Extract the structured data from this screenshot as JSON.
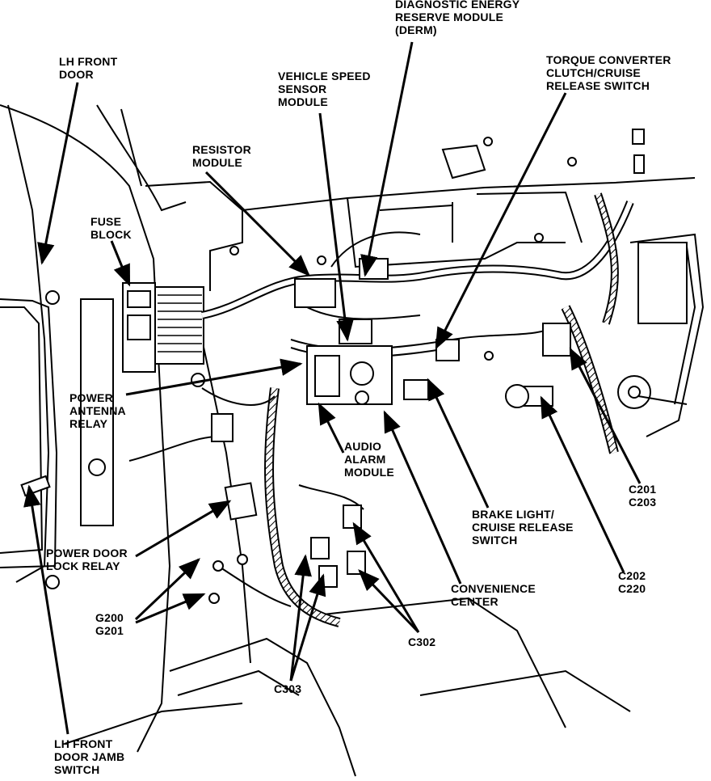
{
  "labels": {
    "derm": "DIAGNOSTIC ENERGY\nRESERVE MODULE\n(DERM)",
    "lh_front_door": "LH FRONT\nDOOR",
    "vehicle_speed_sensor": "VEHICLE SPEED\nSENSOR\nMODULE",
    "torque_converter": "TORQUE CONVERTER\nCLUTCH/CRUISE\nRELEASE SWITCH",
    "resistor_module": "RESISTOR\nMODULE",
    "fuse_block": "FUSE\nBLOCK",
    "power_antenna_relay": "POWER\nANTENNA\nRELAY",
    "audio_alarm_module": "AUDIO\nALARM\nMODULE",
    "power_door_lock_relay": "POWER DOOR\nLOCK RELAY",
    "g200_g201": "G200\nG201",
    "c201_c203": "C201\nC203",
    "brake_light": "BRAKE LIGHT/\nCRUISE RELEASE\nSWITCH",
    "c202_c220": "C202\nC220",
    "convenience_center": "CONVENIENCE\nCENTER",
    "c302": "C302",
    "c303": "C303",
    "lh_front_door_jamb": "LH FRONT\nDOOR JAMB\nSWITCH"
  }
}
